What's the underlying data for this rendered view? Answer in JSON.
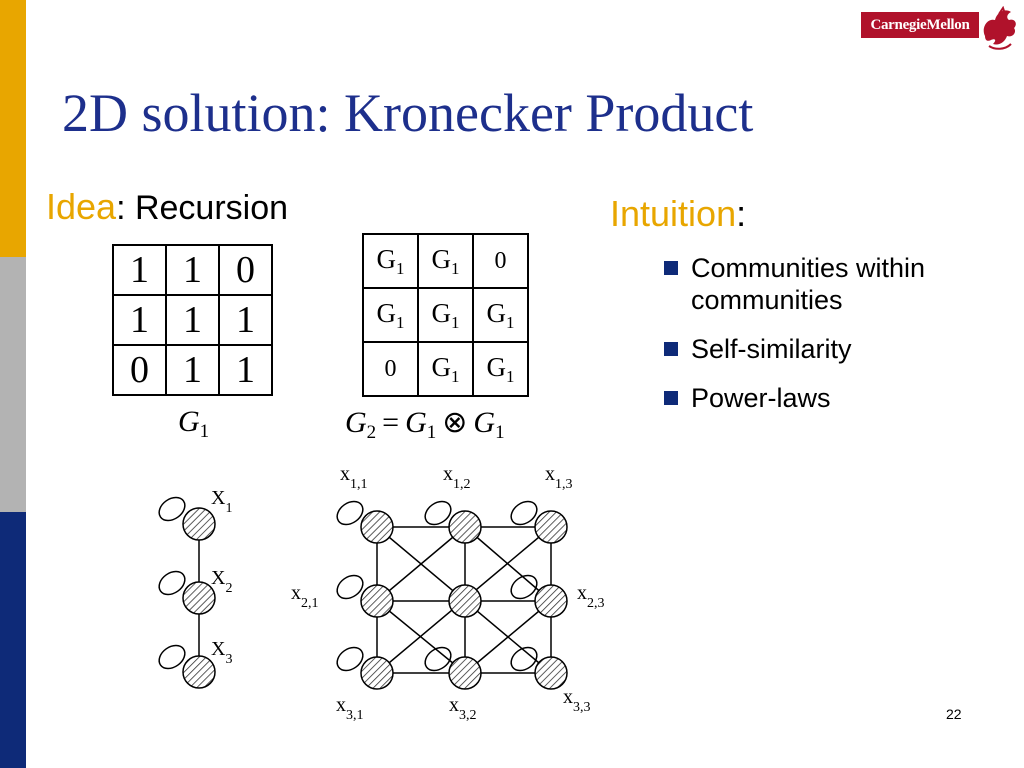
{
  "slide": {
    "title": "2D solution: Kronecker Product",
    "logo_text": "CarnegieMellon",
    "idea": {
      "label": "Idea",
      "text": ": Recursion"
    },
    "intuition": {
      "label": "Intuition",
      "text": ":"
    },
    "bullets": [
      "Communities within communities",
      "Self-similarity",
      "Power-laws"
    ],
    "page_number": "22"
  },
  "matrix_g1": {
    "rows": [
      [
        "1",
        "1",
        "0"
      ],
      [
        "1",
        "1",
        "1"
      ],
      [
        "0",
        "1",
        "1"
      ]
    ],
    "caption_main": "G",
    "caption_sub": "1"
  },
  "matrix_g2": {
    "rows": [
      [
        "G",
        "G",
        "0"
      ],
      [
        "G",
        "G",
        "G"
      ],
      [
        "0",
        "G",
        "G"
      ]
    ],
    "subscript": "1",
    "equation": {
      "lhs": "G",
      "lhs_sub": "2",
      "eq": "=",
      "a": "G",
      "a_sub": "1",
      "op": "⊗",
      "b": "G",
      "b_sub": "1"
    }
  },
  "graph_small": {
    "labels": [
      {
        "main": "X",
        "sub": "1"
      },
      {
        "main": "X",
        "sub": "2"
      },
      {
        "main": "X",
        "sub": "3"
      }
    ]
  },
  "graph_large": {
    "labels": [
      {
        "main": "x",
        "sub": "1,1"
      },
      {
        "main": "x",
        "sub": "1,2"
      },
      {
        "main": "x",
        "sub": "1,3"
      },
      {
        "main": "x",
        "sub": "2,1"
      },
      {
        "main": "x",
        "sub": "2,3"
      },
      {
        "main": "x",
        "sub": "3,1"
      },
      {
        "main": "x",
        "sub": "3,2"
      },
      {
        "main": "x",
        "sub": "3,3"
      }
    ]
  },
  "colors": {
    "accent_gold": "#e8a600",
    "navy": "#0e2a78",
    "grey": "#b3b3b3",
    "title_blue": "#1d2f8c",
    "cmu_red": "#b0122b"
  }
}
